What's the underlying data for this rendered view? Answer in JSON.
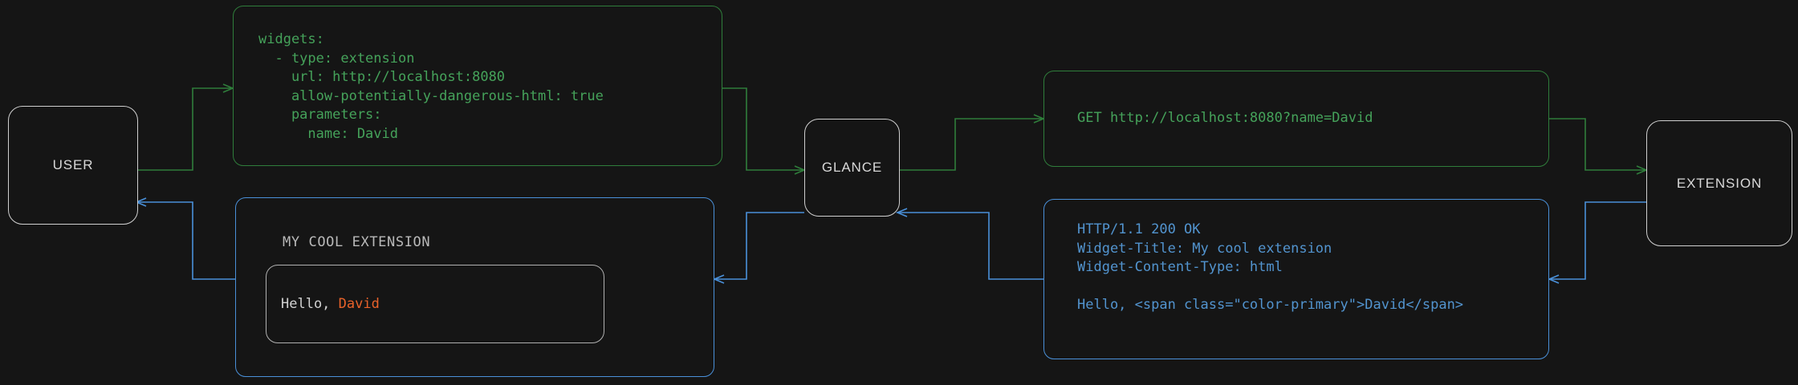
{
  "colors": {
    "background": "#151515",
    "request_green": "#45a25a",
    "request_green_border": "#2f7d3b",
    "response_blue": "#5294cf",
    "response_blue_border": "#4a90d9",
    "node_border": "#cfcfcf",
    "node_text": "#d8d8d8",
    "accent_orange": "#e8622a",
    "widget_text": "#d2d2d2"
  },
  "nodes": {
    "user": "USER",
    "glance": "GLANCE",
    "extension": "EXTENSION"
  },
  "panels": {
    "config": {
      "lines": [
        "widgets:",
        "  - type: extension",
        "    url: http://localhost:8080",
        "    allow-potentially-dangerous-html: true",
        "    parameters:",
        "      name: David"
      ]
    },
    "request": {
      "lines": [
        "GET http://localhost:8080?name=David"
      ]
    },
    "response": {
      "lines": [
        "HTTP/1.1 200 OK",
        "Widget-Title: My cool extension",
        "Widget-Content-Type: html",
        "",
        "Hello, <span class=\"color-primary\">David</span>"
      ]
    },
    "widget": {
      "title": "MY COOL EXTENSION",
      "body_prefix": "Hello, ",
      "body_accent": "David"
    }
  },
  "flows": [
    {
      "name": "user-to-glance-config",
      "direction": "right",
      "color": "request_green"
    },
    {
      "name": "glance-to-extension-request",
      "direction": "right",
      "color": "request_green"
    },
    {
      "name": "extension-to-glance-response",
      "direction": "left",
      "color": "response_blue"
    },
    {
      "name": "glance-to-user-widget",
      "direction": "left",
      "color": "response_blue"
    }
  ]
}
